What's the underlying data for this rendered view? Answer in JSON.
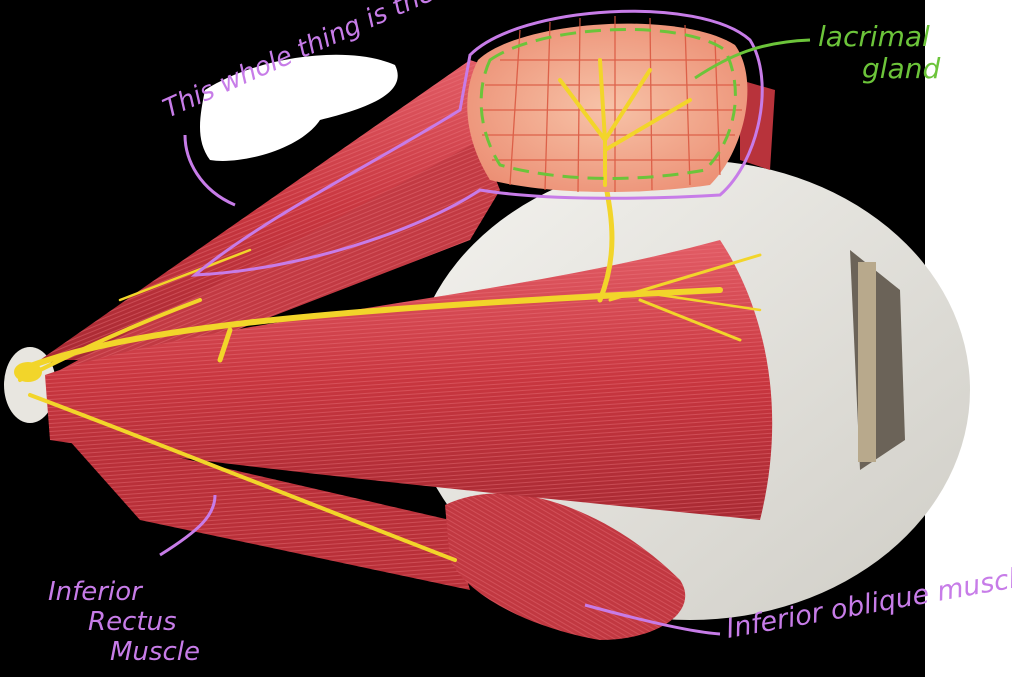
{
  "annotations": {
    "whole_thing": "This whole thing is the",
    "lacrimal_line1": "lacrimal",
    "lacrimal_line2": "gland",
    "inferior_rectus_line1": "Inferior",
    "inferior_rectus_line2": "Rectus",
    "inferior_rectus_line3": "Muscle",
    "inferior_oblique": "Inferior oblique muscle"
  },
  "colors": {
    "background": "#000000",
    "muscle": "#c8363f",
    "muscle_light": "#e0606a",
    "nerve": "#f2d52a",
    "gland": "#f2a88e",
    "gland_line": "#d9553e",
    "eyeball": "#e9e7e2",
    "purple_ink": "#c77ce8",
    "green_ink": "#6cc43a"
  }
}
